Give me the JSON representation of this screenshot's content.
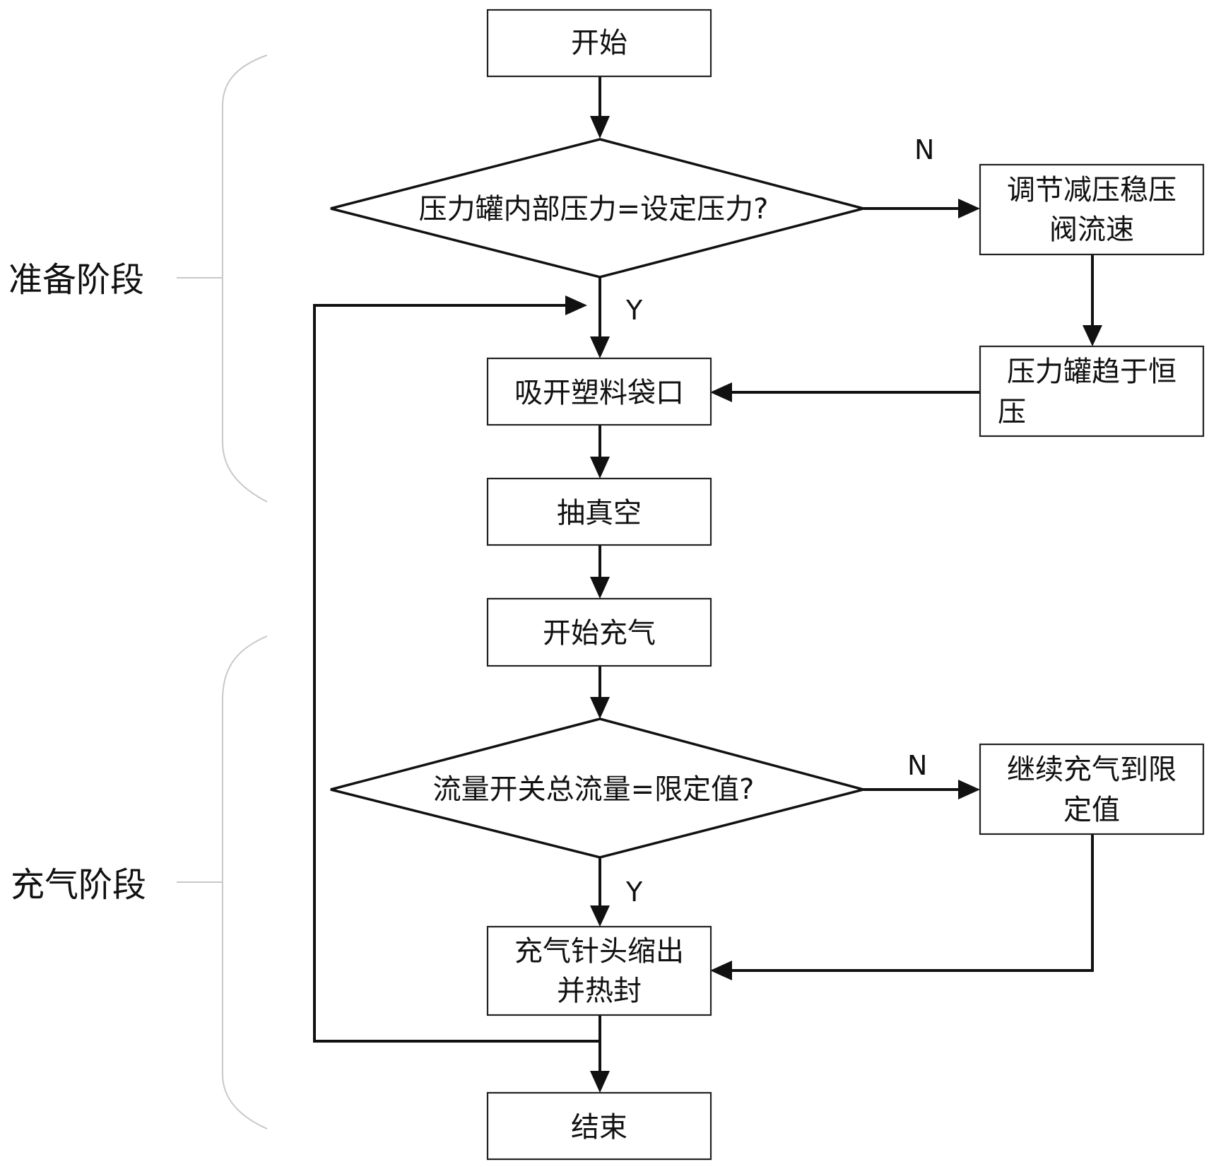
{
  "phases": {
    "prepare": "准备阶段",
    "charge": "充气阶段"
  },
  "nodes": {
    "start": "开始",
    "check_pressure": "压力罐内部压力=设定压力?",
    "adjust_valve": [
      "调节减压稳压",
      "阀流速"
    ],
    "tank_constant": [
      "压力罐趋于恒",
      "压"
    ],
    "suck_bag": "吸开塑料袋口",
    "vacuum": "抽真空",
    "start_charge": "开始充气",
    "check_flow": "流量开关总流量=限定值?",
    "continue_charge": [
      "继续充气到限",
      "定值"
    ],
    "retract_seal": [
      "充气针头缩出",
      "并热封"
    ],
    "end": "结束"
  },
  "labels": {
    "n1": "N",
    "y1": "Y",
    "n2": "N",
    "y2": "Y"
  },
  "colors": {
    "line": "#111111",
    "box_border": "#222222",
    "bracket": "#c8c8c8",
    "background": "#ffffff"
  }
}
